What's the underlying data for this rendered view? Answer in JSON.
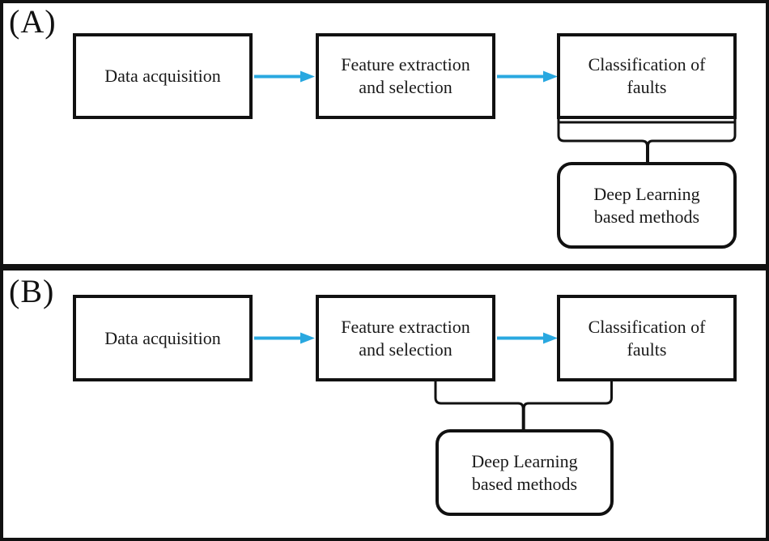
{
  "figure": {
    "colors": {
      "arrow": "#29a8e0",
      "line": "#111111",
      "background": "#ffffff"
    },
    "panels": [
      {
        "label": "(A)",
        "boxes": [
          {
            "name": "data-acquisition",
            "lines": [
              "Data acquisition"
            ]
          },
          {
            "name": "feature-extraction-and-selection",
            "lines": [
              "Feature extraction",
              "and selection"
            ]
          },
          {
            "name": "classification-of-faults",
            "lines": [
              "Classification of",
              "faults"
            ]
          },
          {
            "name": "deep-learning-based-methods",
            "lines": [
              "Deep Learning",
              "based methods"
            ]
          }
        ]
      },
      {
        "label": "(B)",
        "boxes": [
          {
            "name": "data-acquisition",
            "lines": [
              "Data acquisition"
            ]
          },
          {
            "name": "feature-extraction-and-selection",
            "lines": [
              "Feature extraction",
              "and selection"
            ]
          },
          {
            "name": "classification-of-faults",
            "lines": [
              "Classification of",
              "faults"
            ]
          },
          {
            "name": "deep-learning-based-methods",
            "lines": [
              "Deep Learning",
              "based methods"
            ]
          }
        ]
      }
    ]
  }
}
